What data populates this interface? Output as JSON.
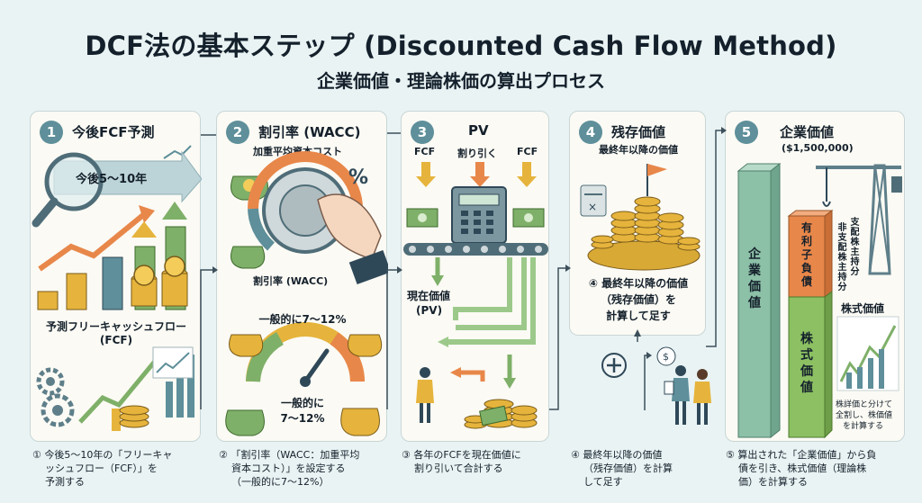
{
  "title": "DCF法の基本ステップ (Discounted Cash Flow Method)",
  "subtitle": "企業価値・理論株価の算出プロセス",
  "steps": [
    {
      "number": "1",
      "title": "今後FCF予測",
      "banner": "今後5〜10年",
      "chart_label": "予測フリーキャッシュフロー",
      "chart_label2": "(FCF)",
      "caption_1": "① 今後5〜10年の「フリーキャ",
      "caption_2": "ッシュフロー（FCF）」を",
      "caption_3": "予測する"
    },
    {
      "number": "2",
      "title": "割引率 (WACC)",
      "subtitle": "加重平均資本コスト",
      "dial_label": "割引率 (WACC)",
      "range_label": "一般的に7〜12%",
      "gauge_label_1": "一般的に",
      "gauge_label_2": "7〜12%",
      "caption_1": "② 「割引率（WACC：加重平均",
      "caption_2": "資本コスト）」を設定する",
      "caption_3": "（一般的に7〜12%）"
    },
    {
      "number": "3",
      "title": "PV",
      "fcf_left": "FCF",
      "discount": "割り引く",
      "fcf_right": "FCF",
      "pv_label_1": "現在価値",
      "pv_label_2": "(PV)",
      "caption_1": "③ 各年のFCFを現在価値に",
      "caption_2": "割り引いて合計する"
    },
    {
      "number": "4",
      "title": "残存価値",
      "subtitle": "最終年以降の価値",
      "note_1": "④ 最終年以降の価値",
      "note_2": "（残存価値）を",
      "note_3": "計算して足す",
      "caption_1": "④ 最終年以降の価値",
      "caption_2": "（残存価値）を計算",
      "caption_3": "して足す"
    },
    {
      "number": "5",
      "title": "企業価値",
      "value": "($1,500,000)",
      "ev_bar": "企業価値",
      "debt_block": "有利子負債",
      "equity_block": "株式価値",
      "side_label_1": "非支配株主持分",
      "side_label_2": "支配株主持分",
      "stock_label": "株式価値",
      "stock_note_1": "株詳価と分けて",
      "stock_note_2": "全割し、株価値",
      "stock_note_3": "を計算する",
      "caption_1": "⑤ 算出された「企業価値」から負",
      "caption_2": "債を引き、株式価値（理論株",
      "caption_3": "価）を計算する"
    }
  ],
  "colors": {
    "teal": "#5e8f9a",
    "green": "#7fb069",
    "orange": "#e8874a",
    "gold": "#e6b43c",
    "navy": "#2f4858"
  }
}
